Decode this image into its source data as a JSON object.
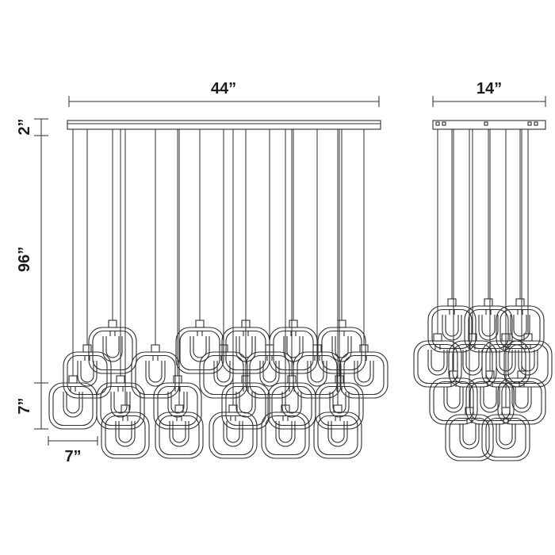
{
  "diagram": {
    "name": "chandelier-dimension-drawing",
    "front_view": {
      "width_label": "44”",
      "canopy_height_label": "2”",
      "drop_height_label": "96”",
      "pendant_height_label": "7”",
      "pendant_width_label": "7”"
    },
    "side_view": {
      "width_label": "14”"
    },
    "colors": {
      "line": "#2e2e2e",
      "background": "#ffffff"
    }
  }
}
